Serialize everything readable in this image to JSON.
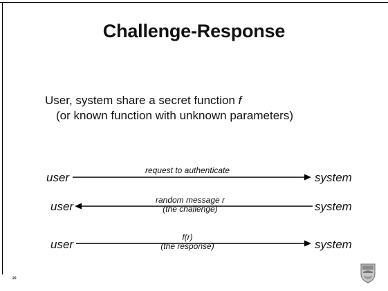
{
  "slide": {
    "title": "Challenge-Response",
    "body_line1_prefix": "User, system share a secret function ",
    "body_line1_var": "f",
    "body_line2": "(or known function with unknown parameters)",
    "page_number": "20"
  },
  "diagram": {
    "exchanges": [
      {
        "left": "user",
        "right": "system",
        "direction": "user-to-system",
        "label_lines": [
          "request to authenticate"
        ]
      },
      {
        "left": "user",
        "right": "system",
        "direction": "system-to-user",
        "label_lines": [
          "random message r",
          "(the challenge)"
        ]
      },
      {
        "left": "user",
        "right": "system",
        "direction": "user-to-system",
        "label_lines": [
          "f(r)",
          "(the response)"
        ]
      }
    ]
  },
  "colors": {
    "background": "#ffffff",
    "text": "#111111",
    "line": "#000000"
  },
  "logo_icon": "university-crest-icon"
}
